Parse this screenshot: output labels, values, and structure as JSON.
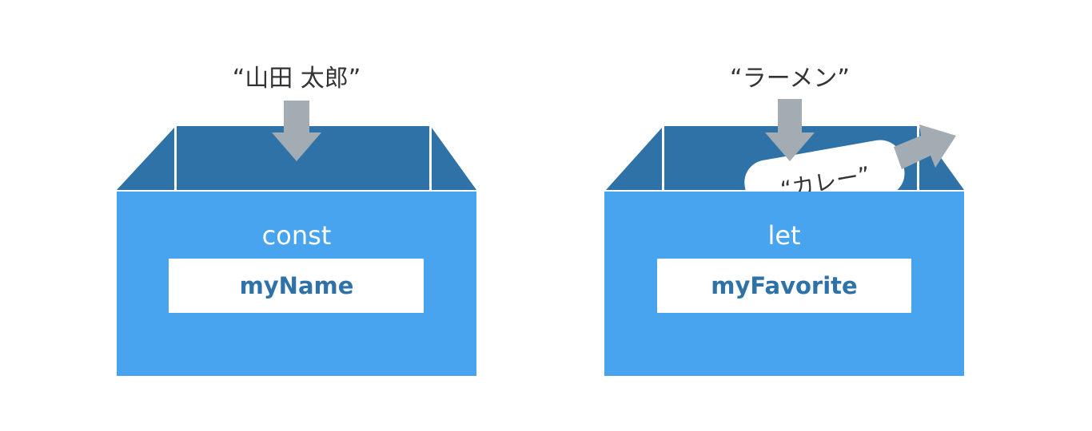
{
  "colors": {
    "box_body": "#49a4f0",
    "box_flap": "#2e72a8",
    "arrow": "#a3acb3",
    "label_bg": "#ffffff",
    "var_text": "#2e72a8",
    "text": "#333333"
  },
  "const_box": {
    "incoming_value": "“山田 太郎”",
    "keyword": "const",
    "variable_name": "myName"
  },
  "let_box": {
    "incoming_value": "“ラーメン”",
    "keyword": "let",
    "variable_name": "myFavorite",
    "outgoing_value": "“カレー”"
  }
}
